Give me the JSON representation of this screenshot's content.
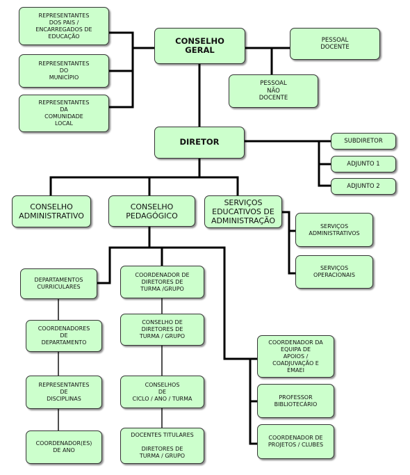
{
  "org_chart": {
    "rep_pais": "REPRESENTANTES\nDOS PAIS /\nENCARREGADOS DE\nEDUCAÇÃO",
    "rep_municipio": "REPRESENTANTES\nDO\nMUNICÍPIO",
    "rep_comunidade": "REPRESENTANTES\nDA\nCOMUNIDADE\nLOCAL",
    "conselho_geral": "CONSELHO\nGERAL",
    "pessoal_docente": "PESSOAL\nDOCENTE",
    "pessoal_nao_docente": "PESSOAL\nNÃO\nDOCENTE",
    "diretor": "DIRETOR",
    "subdiretor": "SUBDIRETOR",
    "adjunto1": "ADJUNTO 1",
    "adjunto2": "ADJUNTO 2",
    "conselho_administrativo": "CONSELHO\nADMINISTRATIVO",
    "conselho_pedagogico": "CONSELHO\nPEDAGÓGICO",
    "servicos_educativos": "SERVIÇOS\nEDUCATIVOS DE\nADMINISTRAÇÃO",
    "servicos_administrativos": "SERVIÇOS\nADMINISTRATIVOS",
    "servicos_operacionais": "SERVIÇOS\nOPERACIONAIS",
    "departamentos_curriculares": "DEPARTAMENTOS\nCURRICULARES",
    "coordenadores_departamento": "COORDENADORES\nDE\nDEPARTAMENTO",
    "representantes_disciplinas": "REPRESENTANTES\nDE\nDISCIPLINAS",
    "coordenadores_ano": "COORDENADOR(ES)\nDE ANO",
    "coordenador_diretores_turma": "COORDENADOR DE\nDIRETORES DE\nTURMA /GRUPO",
    "conselho_diretores_turma": "CONSELHO DE\nDIRETORES DE\nTURMA / GRUPO",
    "conselhos_ciclo": "CONSELHOS\nDE\nCICLO / ANO / TURMA",
    "docentes_titulares": "DOCENTES TITULARES\n\nDIRETORES DE\nTURMA / GRUPO",
    "coordenador_apoios": "COORDENADOR DA\nEQUIPA DE\nAPOIOS /\nCOADJUVAÇÃO E\nEMAEI",
    "professor_bibliotecario": "PROFESSOR\nBIBLIOTECÁRIO",
    "coordenador_projetos": "COORDENADOR DE\nPROJETOS / CLUBES"
  }
}
